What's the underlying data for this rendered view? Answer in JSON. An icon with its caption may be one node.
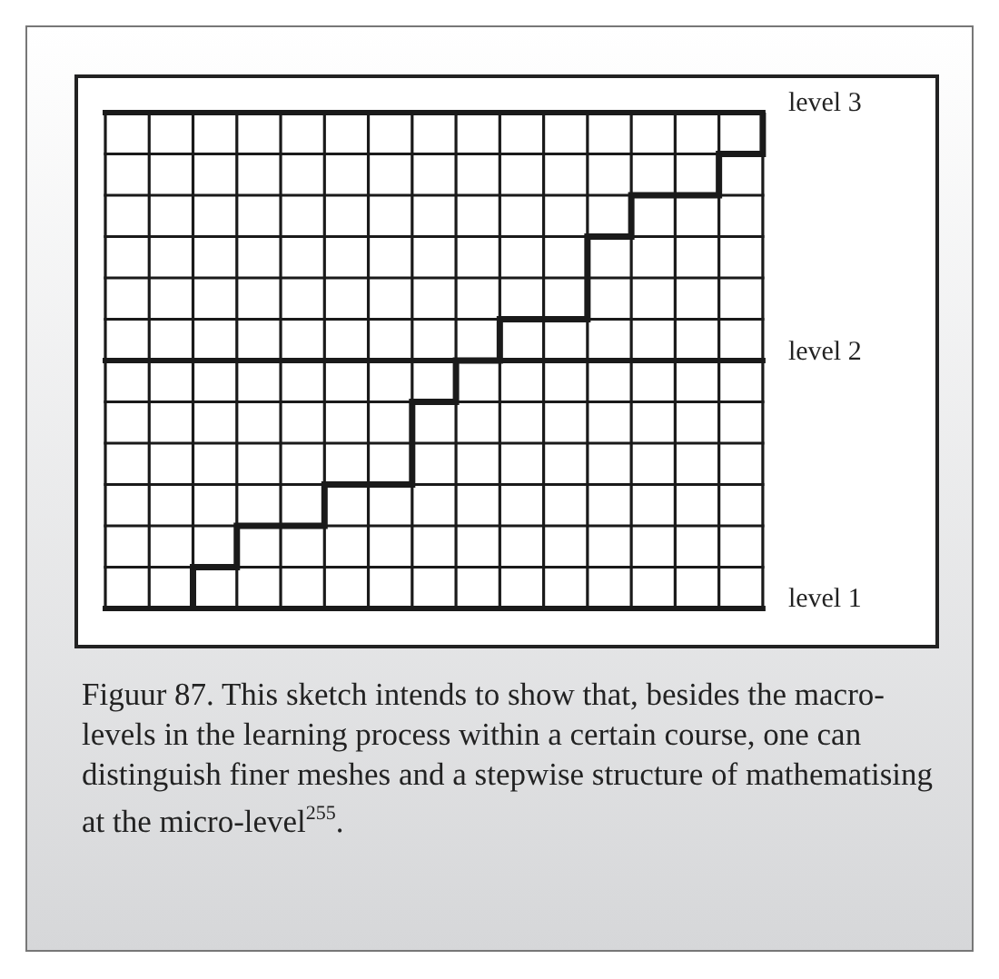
{
  "diagram": {
    "caption": "Figuur 87. This sketch intends to show that, besides the macro-levels in the learning process within a certain course, one can distinguish finer meshes and a stepwise structure of mathematising at the micro-level$^{255}$.",
    "labels": [
      "level 3",
      "level 2",
      "level 1"
    ]
  }
}
